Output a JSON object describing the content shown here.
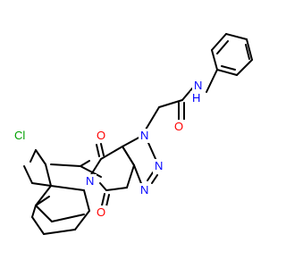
{
  "molecule": {
    "atoms": {
      "cl": "Cl",
      "o_top": "O",
      "o_bottom": "O",
      "o_amide": "O",
      "n_imide": "N",
      "n1": "N",
      "n2": "N",
      "n3": "N",
      "nh": "N",
      "h": "H"
    },
    "colors": {
      "bond": "#000000",
      "nitrogen": "#0000ff",
      "oxygen": "#ff0000",
      "chlorine": "#00a000"
    }
  }
}
